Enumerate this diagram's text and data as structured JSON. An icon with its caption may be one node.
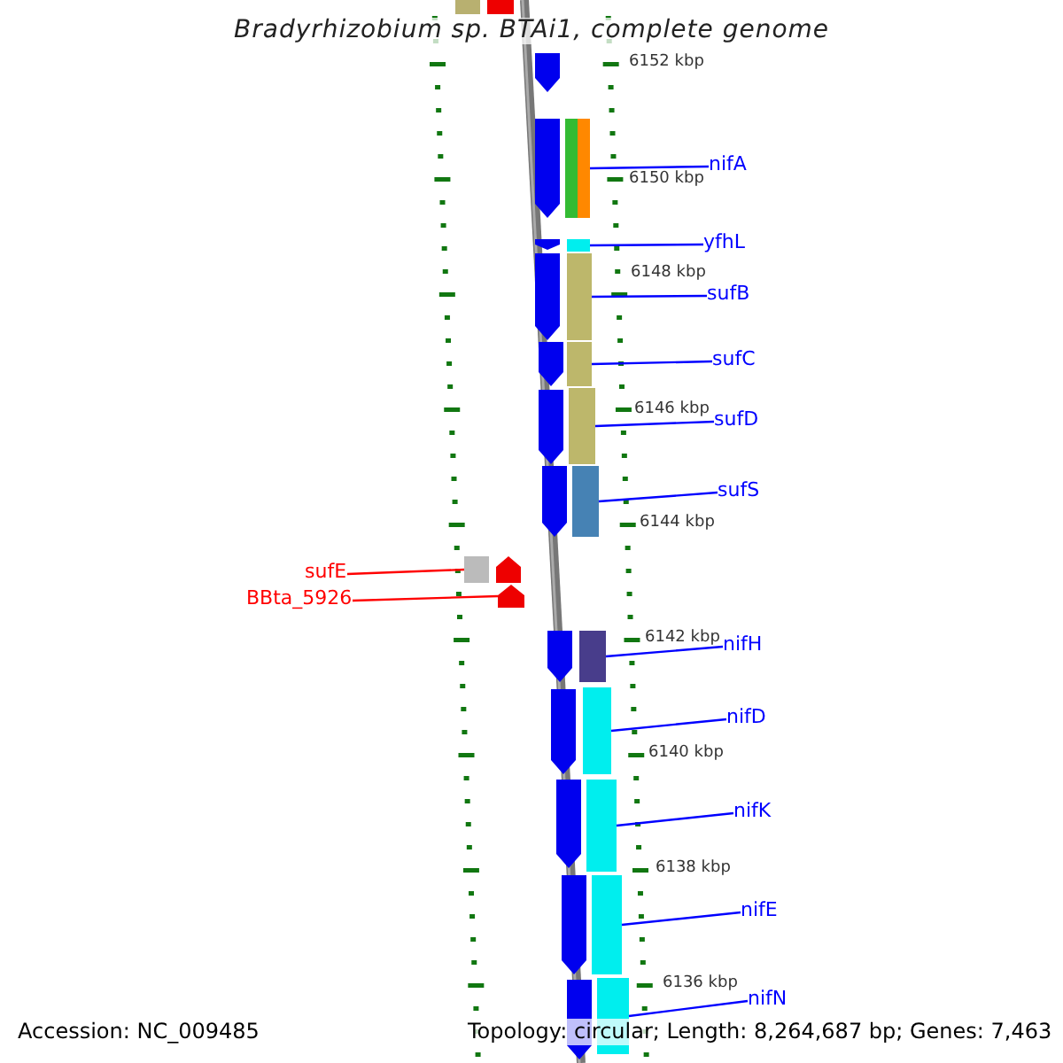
{
  "diagram": {
    "title": "Bradyrhizobium sp. BTAi1, complete genome",
    "nodes": [
      {
        "text": [
          "nifA"
        ]
      },
      {
        "text": [
          "yfhL"
        ]
      },
      {
        "text": [
          "sufB"
        ]
      },
      {
        "text": [
          "sufC"
        ]
      },
      {
        "text": [
          "sufD"
        ]
      },
      {
        "text": [
          "sufS"
        ]
      },
      {
        "text": [
          "sufE"
        ]
      },
      {
        "text": [
          "BBta_5926"
        ]
      },
      {
        "text": [
          "nifH"
        ]
      },
      {
        "text": [
          "nifD"
        ]
      },
      {
        "text": [
          "nifK"
        ]
      },
      {
        "text": [
          "nifE"
        ]
      },
      {
        "text": [
          "nifN"
        ]
      },
      {
        "text": [],
        "shape": "bar"
      },
      {
        "text": [],
        "shape": "bar"
      },
      {
        "text": [],
        "shape": "bar"
      },
      {
        "text": [],
        "shape": "bar"
      },
      {
        "text": [],
        "shape": "bar"
      },
      {
        "text": [],
        "shape": "bar"
      },
      {
        "text": [],
        "shape": "bar"
      },
      {
        "text": [],
        "shape": "arrow"
      },
      {
        "text": [],
        "shape": "bar"
      },
      {
        "text": [],
        "shape": "bar"
      },
      {
        "text": [],
        "shape": "bar"
      },
      {
        "text": [],
        "shape": "bar"
      },
      {
        "text": [],
        "shape": "bar"
      },
      {
        "text": [],
        "shape": "arrow"
      }
    ],
    "edges": [
      {
        "from": 0,
        "to": 13,
        "arrow": "none"
      },
      {
        "from": 1,
        "to": 14,
        "arrow": "none"
      },
      {
        "from": 2,
        "to": 15,
        "arrow": "none"
      },
      {
        "from": 3,
        "to": 16,
        "arrow": "none"
      },
      {
        "from": 4,
        "to": 17,
        "arrow": "none"
      },
      {
        "from": 5,
        "to": 18,
        "arrow": "none"
      },
      {
        "from": 6,
        "to": 19,
        "arrow": "none",
        "color": "#ff0000"
      },
      {
        "from": 7,
        "to": 26,
        "arrow": "none",
        "color": "#ff0000"
      },
      {
        "from": 8,
        "to": 21,
        "arrow": "none"
      },
      {
        "from": 9,
        "to": 22,
        "arrow": "none"
      },
      {
        "from": 10,
        "to": 23,
        "arrow": "none"
      },
      {
        "from": 11,
        "to": 24,
        "arrow": "none"
      },
      {
        "from": 12,
        "to": 25,
        "arrow": "none"
      }
    ],
    "labels": [
      "6152 kbp",
      "6150 kbp",
      "6148 kbp",
      "6146 kbp",
      "6144 kbp",
      "6142 kbp",
      "6140 kbp",
      "6138 kbp",
      "6136 kbp",
      "Accession: NC_009485",
      "Topology: circular; Length: 8,264,687 bp; Genes: 7,463"
    ]
  }
}
